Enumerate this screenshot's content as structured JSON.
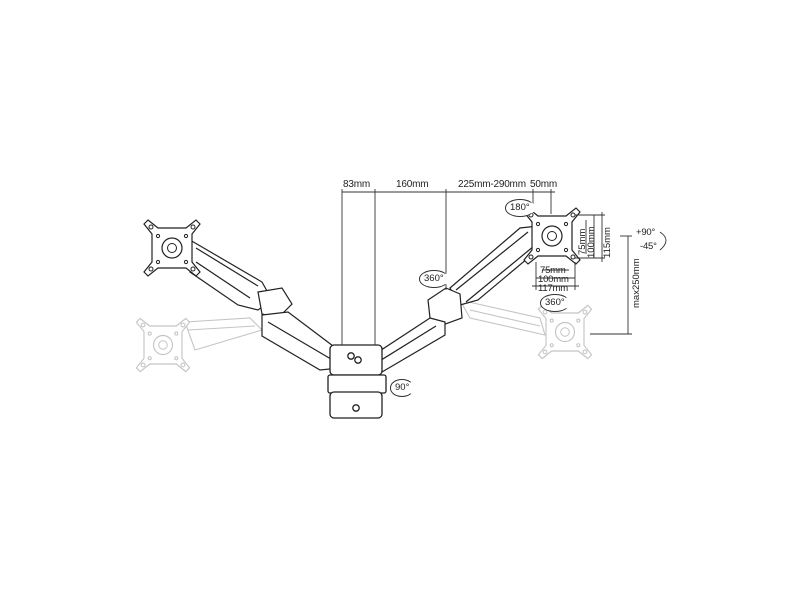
{
  "diagram": {
    "subject": "dual monitor arm wall mount dimension drawing",
    "colors": {
      "line": "#222222",
      "ghost": "#bbbbbb",
      "background": "#ffffff"
    },
    "top_dimensions": [
      {
        "id": "d1",
        "label": "83mm"
      },
      {
        "id": "d2",
        "label": "160mm"
      },
      {
        "id": "d3",
        "label": "225mm-290mm"
      },
      {
        "id": "d4",
        "label": "50mm"
      }
    ],
    "vesa": {
      "horizontal": [
        "75mm",
        "100mm",
        "117mm"
      ],
      "vertical": [
        "75mm",
        "100mm",
        "115mm"
      ]
    },
    "height_adjust": {
      "label": "max250mm"
    },
    "tilt": {
      "up": "+90°",
      "down": "-45°"
    },
    "rotations": {
      "plate_top": "180°",
      "plate_bottom": "360°",
      "elbow": "360°",
      "base": "90°"
    }
  }
}
